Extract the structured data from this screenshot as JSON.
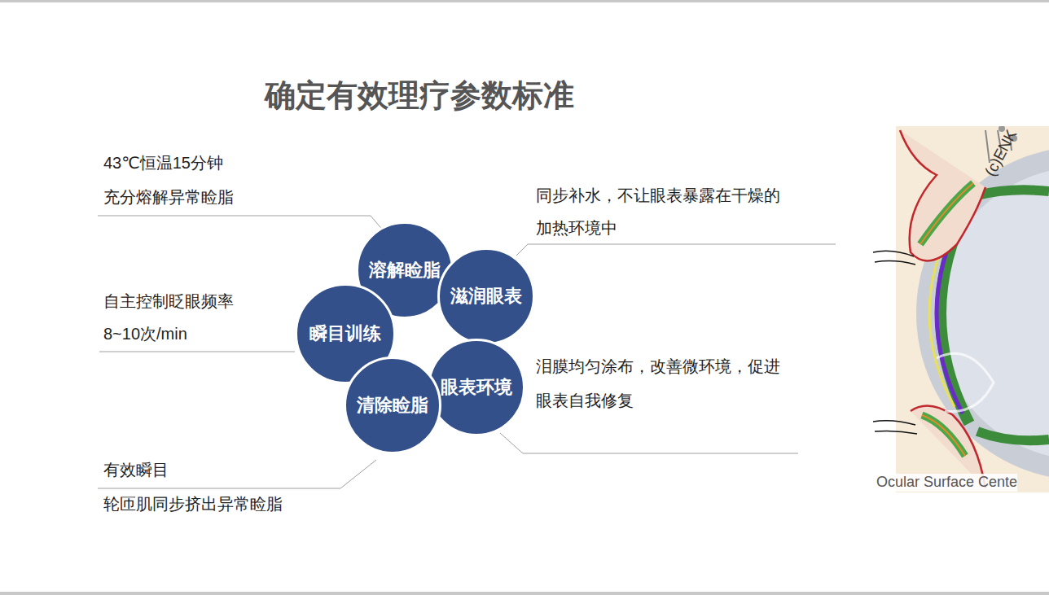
{
  "diagram": {
    "title": "确定有效理疗参数标准",
    "nodes": [
      {
        "text": [
          "溶解睑脂"
        ]
      },
      {
        "text": [
          "滋润眼表"
        ]
      },
      {
        "text": [
          "瞬目训练"
        ]
      },
      {
        "text": [
          "眼表环境"
        ]
      },
      {
        "text": [
          "清除睑脂"
        ]
      }
    ],
    "labels": [
      "43℃恒温15分钟",
      "充分熔解异常睑脂",
      "同步补水，不让眼表暴露在干燥的",
      "加热环境中",
      "自主控制眨眼频率",
      "8~10次/min",
      "泪膜均匀涂布，改善微环境，促进",
      "眼表自我修复",
      "有效瞬目",
      "轮匝肌同步挤出异常睑脂",
      "(c)ENK",
      "Ocular Surface Cente"
    ]
  }
}
